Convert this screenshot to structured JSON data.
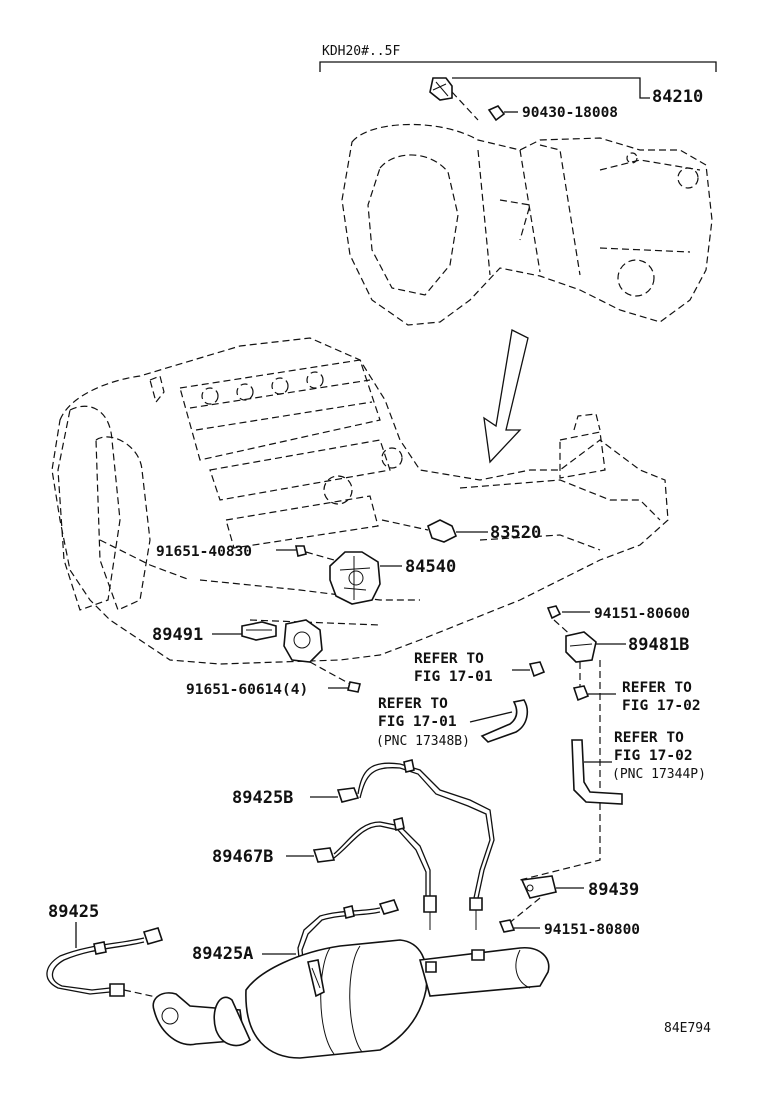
{
  "diagram": {
    "variant_label": "KDH20#..5F",
    "drawing_code": "84E794",
    "parts": {
      "p84210": "84210",
      "p90430": "90430-18008",
      "p83520": "83520",
      "p91651a": "91651-40830",
      "p84540": "84540",
      "p94151a": "94151-80600",
      "p89491": "89491",
      "p89481b": "89481B",
      "p91651b": "91651-60614(4)",
      "p89425b": "89425B",
      "p89467b": "89467B",
      "p89439": "89439",
      "p89425": "89425",
      "p94151b": "94151-80800",
      "p89425a": "89425A"
    },
    "refs": {
      "r1_line1": "REFER TO",
      "r1_line2": "FIG 17-01",
      "r2_line1": "REFER TO",
      "r2_line2": "FIG 17-02",
      "r3_line1": "REFER TO",
      "r3_line2": "FIG 17-01",
      "r3_line3": "(PNC 17348B)",
      "r4_line1": "REFER TO",
      "r4_line2": "FIG 17-02",
      "r4_line3": "(PNC 17344P)"
    }
  }
}
